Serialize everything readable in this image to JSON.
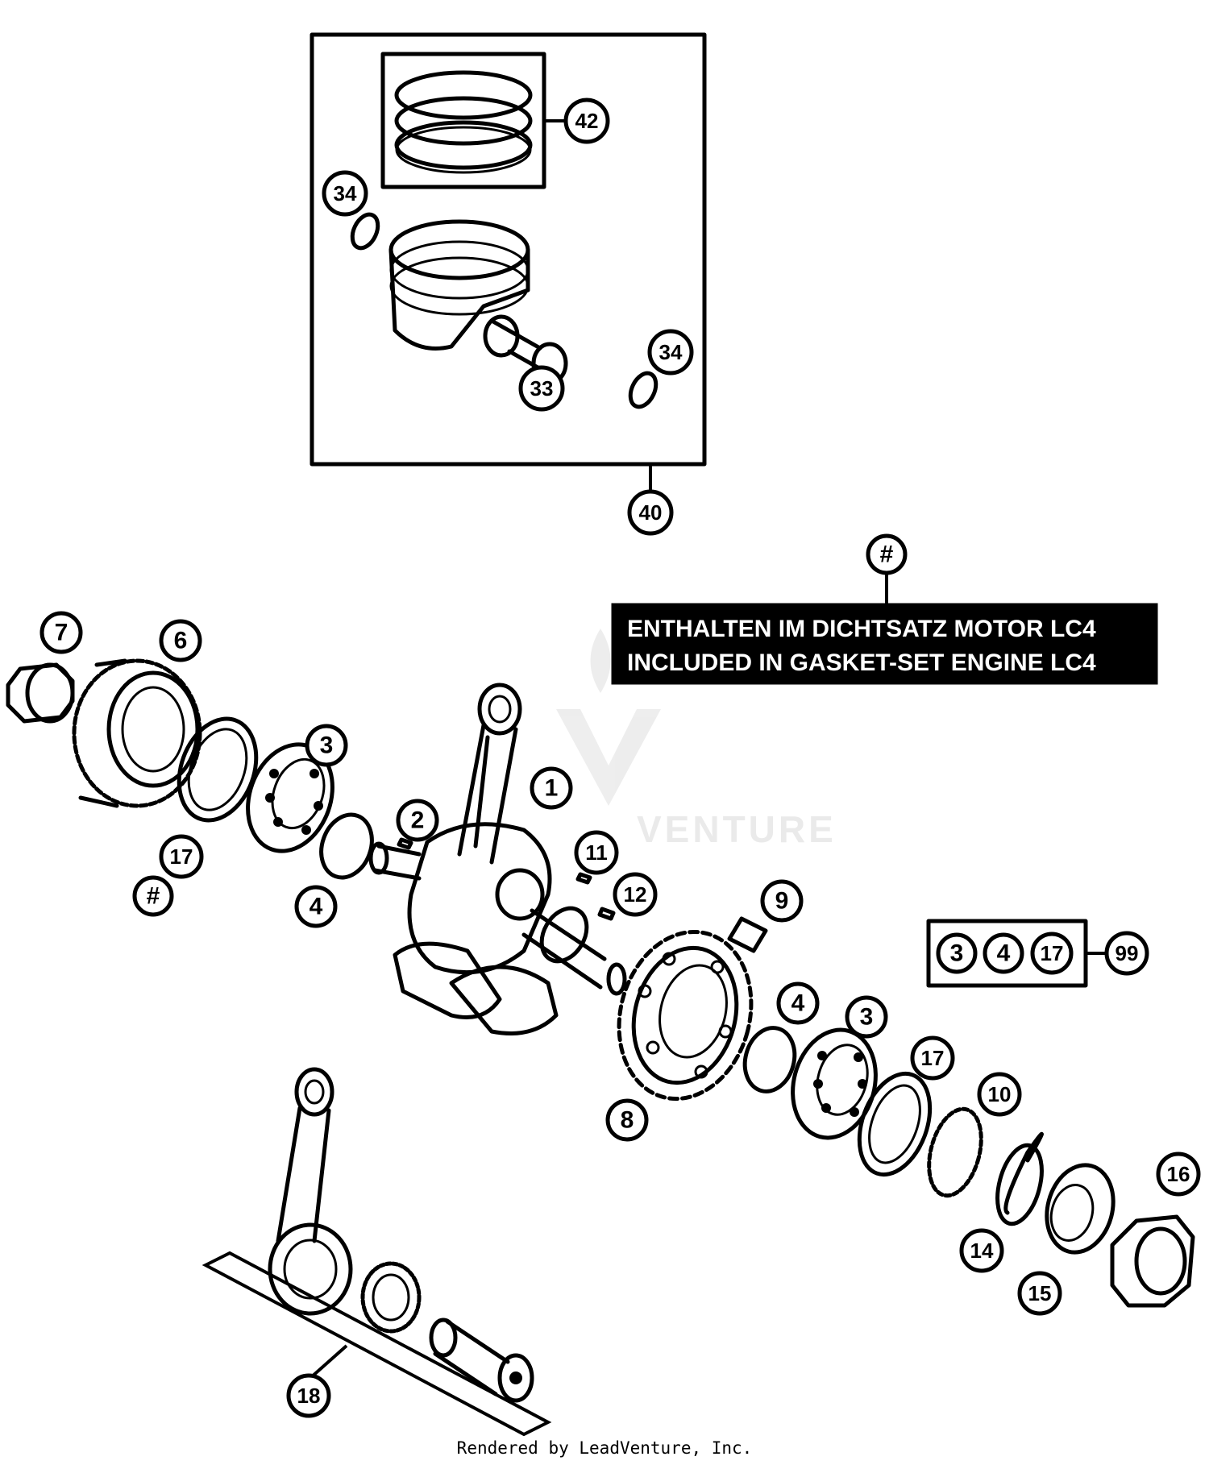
{
  "callouts": {
    "c42": "42",
    "c34a": "34",
    "c34b": "34",
    "c33": "33",
    "c40": "40",
    "cHashNote": "#",
    "c7": "7",
    "c6": "6",
    "c3a": "3",
    "c1": "1",
    "c2": "2",
    "c17a": "17",
    "cHashLeft": "#",
    "c4a": "4",
    "c11": "11",
    "c12": "12",
    "c9": "9",
    "c3k": "3",
    "c4k": "4",
    "c17k": "17",
    "c99": "99",
    "c4b": "4",
    "c3b": "3",
    "c17b": "17",
    "c10": "10",
    "c8": "8",
    "c16": "16",
    "c14": "14",
    "c15": "15",
    "c18": "18"
  },
  "note": {
    "line1": "ENTHALTEN IM DICHTSATZ MOTOR LC4",
    "line2": "INCLUDED IN GASKET-SET ENGINE LC4"
  },
  "watermark": "VENTURE",
  "footer": "Rendered by LeadVenture, Inc."
}
